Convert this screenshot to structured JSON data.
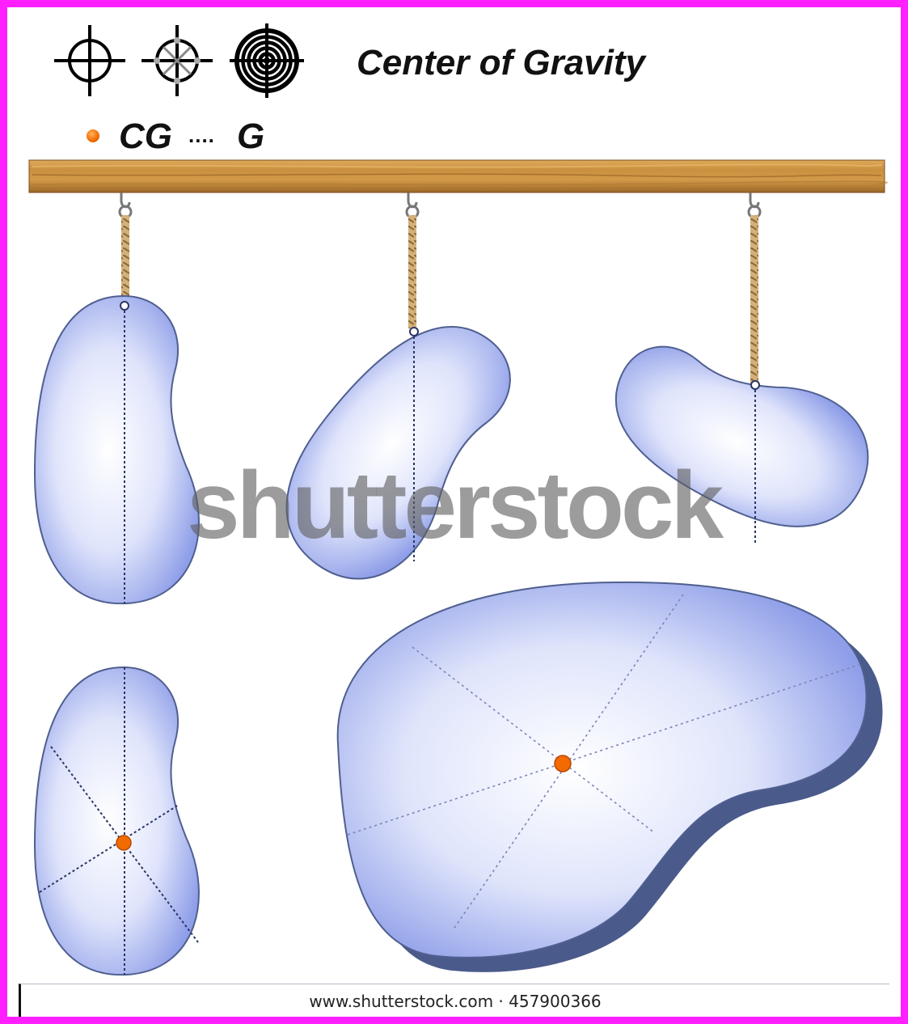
{
  "title": "Center of Gravity",
  "legend": {
    "cg": "CG",
    "dots": "....",
    "g": "G",
    "dot_color": "#f26a00"
  },
  "icons": [
    "crosshair-icon",
    "crosshair-arrows-icon",
    "target-rings-icon"
  ],
  "watermark": "shutterstock",
  "footer": "www.shutterstock.com · 457900366",
  "colors": {
    "frame": "#ff1fff",
    "shape_fill": "#8e9ee8",
    "shape_shadow": "#4a5a8a",
    "beam": "#b8823e",
    "rope": "#c9a56a",
    "cg_dot": "#f26a00"
  }
}
